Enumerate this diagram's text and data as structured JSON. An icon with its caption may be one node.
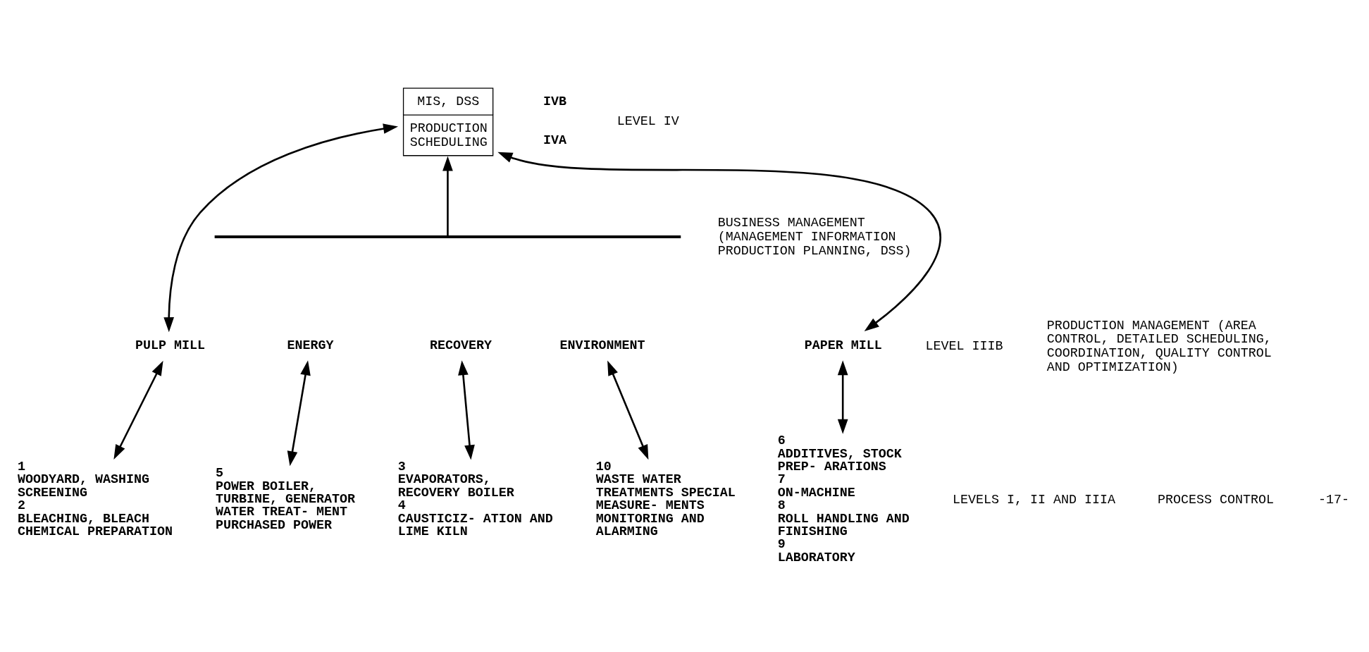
{
  "diagram": {
    "nodes": [
      {
        "text": [
          "MIS, DSS",
          "PRODUCTION SCHEDULING"
        ],
        "beside": [
          "IVB",
          "IVA"
        ]
      },
      {
        "text": [
          "PULP MILL"
        ]
      },
      {
        "text": [],
        "shape": "bar"
      },
      {
        "text": [
          "ENERGY"
        ]
      },
      {
        "text": [
          "RECOVERY"
        ]
      },
      {
        "text": [
          "ENVIRONMENT"
        ]
      },
      {
        "text": [
          "PAPER MILL"
        ]
      },
      {
        "text": [
          "1",
          "WOODYARD, WASHING SCREENING",
          "2",
          "BLEACHING, BLEACH CHEMICAL PREPARATION"
        ]
      },
      {
        "text": [
          "5",
          "POWER BOILER, TURBINE, GENERATOR WATER TREAT- MENT",
          "PURCHASED POWER"
        ]
      },
      {
        "text": [
          "3",
          "EVAPORATORS, RECOVERY BOILER",
          "4",
          "CAUSTICIZ- ATION AND LIME KILN"
        ]
      },
      {
        "text": [
          "10",
          "WASTE WATER TREATMENTS SPECIAL MEASURE- MENTS MONITORING AND ALARMING"
        ]
      },
      {
        "text": [
          "6",
          "ADDITIVES, STOCK PREP- ARATIONS",
          "7",
          "ON-MACHINE",
          "8",
          "ROLL HANDLING AND FINISHING",
          "9",
          "LABORATORY"
        ]
      }
    ],
    "edges": [
      {
        "from": 1,
        "to": 0,
        "arrow": "both"
      },
      {
        "from": 2,
        "to": 0,
        "arrow": "to"
      },
      {
        "from": 6,
        "to": 0,
        "arrow": "both"
      },
      {
        "from": 1,
        "to": 7,
        "arrow": "both"
      },
      {
        "from": 3,
        "to": 8,
        "arrow": "both"
      },
      {
        "from": 4,
        "to": 9,
        "arrow": "both"
      },
      {
        "from": 5,
        "to": 10,
        "arrow": "both"
      },
      {
        "from": 6,
        "to": 11,
        "arrow": "both"
      }
    ],
    "labels": [
      "LEVEL IV",
      "BUSINESS MANAGEMENT (MANAGEMENT INFORMATION PRODUCTION PLANNING, DSS)",
      "LEVEL IIIB",
      "PRODUCTION MANAGEMENT (AREA CONTROL, DETAILED SCHEDULING, COORDINATION, QUALITY CONTROL AND OPTIMIZATION)",
      "LEVELS I, II AND IIIA",
      "PROCESS CONTROL",
      "-17-"
    ]
  }
}
